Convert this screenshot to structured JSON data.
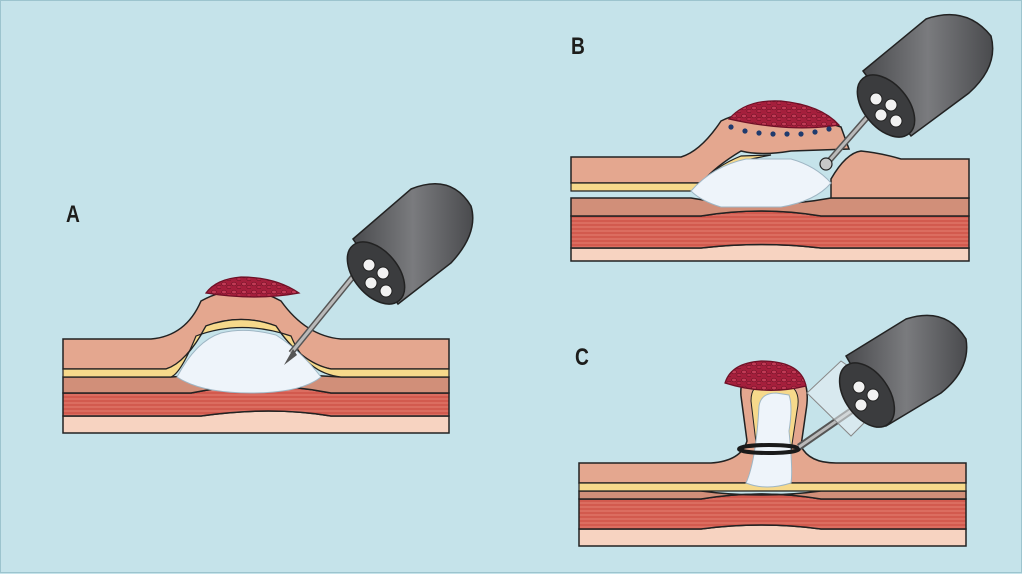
{
  "panels": [
    {
      "id": "A",
      "label": "A"
    },
    {
      "id": "B",
      "label": "B"
    },
    {
      "id": "C",
      "label": "C"
    }
  ],
  "colors": {
    "background": "#c5e3ea",
    "mucosa": "#e4a78f",
    "mucosa_dark": "#d18f79",
    "submucosa_fat": "#f6d98b",
    "fluid_cushion": "#eef4fa",
    "muscle_layer": "#d25a4e",
    "serosa": "#f7d3c1",
    "lesion": "#a51f3c",
    "endoscope_body": "#5d5e61",
    "endoscope_face": "#3b3c3e",
    "marking_dots": "#1f3b6e",
    "snare_loop": "#1a1a1a"
  },
  "icons": [
    "endoscope-icon",
    "injection-needle-icon",
    "cautery-knife-icon",
    "snare-icon"
  ]
}
